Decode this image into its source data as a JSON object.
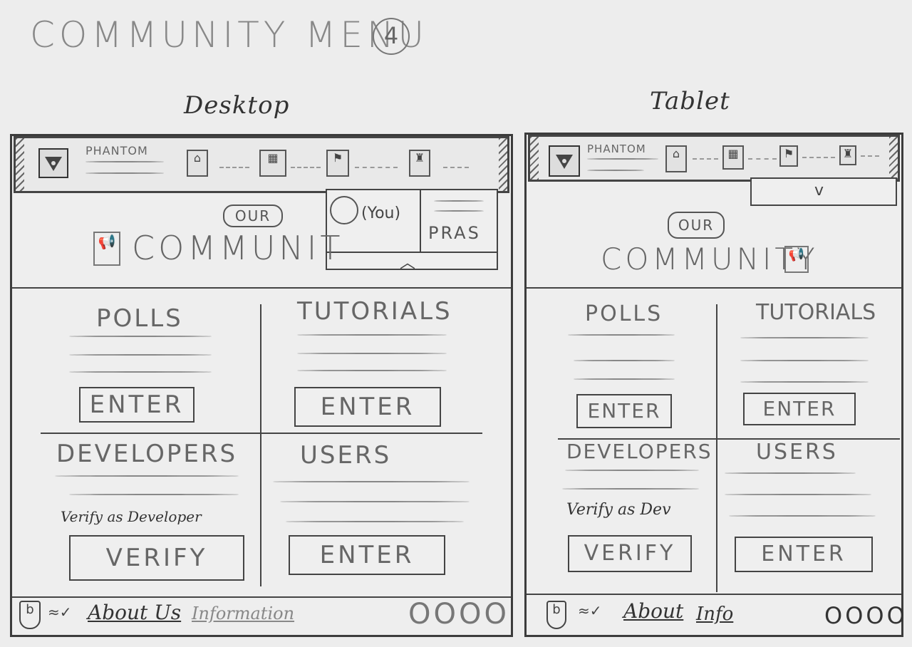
{
  "title": "COMMUNITY MENU",
  "title_number": "4",
  "desktop": {
    "label": "Desktop",
    "nav": {
      "brand": "PHANTOM"
    },
    "user_menu": {
      "you": "(You)",
      "pras": "PRAS"
    },
    "hero": {
      "badge": "OUR",
      "heading": "COMMUNIT"
    },
    "polls": {
      "title": "POLLS",
      "button": "ENTER"
    },
    "tutorials": {
      "title": "TUTORIALS",
      "button": "ENTER"
    },
    "developers": {
      "title": "DEVELOPERS",
      "note": "Verify as Developer",
      "button": "VERIFY"
    },
    "users": {
      "title": "USERS",
      "button": "ENTER"
    },
    "footer": {
      "about": "About Us",
      "info": "Information",
      "dots": "OOOO"
    }
  },
  "tablet": {
    "label": "Tablet",
    "nav": {
      "brand": "PHANTOM",
      "dropdown": "v"
    },
    "hero": {
      "badge": "OUR",
      "heading": "COMMUNITY"
    },
    "polls": {
      "title": "POLLS",
      "button": "ENTER"
    },
    "tutorials": {
      "title": "TUTORIALS",
      "button": "ENTER"
    },
    "developers": {
      "title": "DEVELOPERS",
      "note": "Verify as Dev",
      "button": "VERIFY"
    },
    "users": {
      "title": "USERS",
      "button": "ENTER"
    },
    "footer": {
      "about": "About",
      "info": "Info",
      "dots": "OOOO"
    }
  }
}
